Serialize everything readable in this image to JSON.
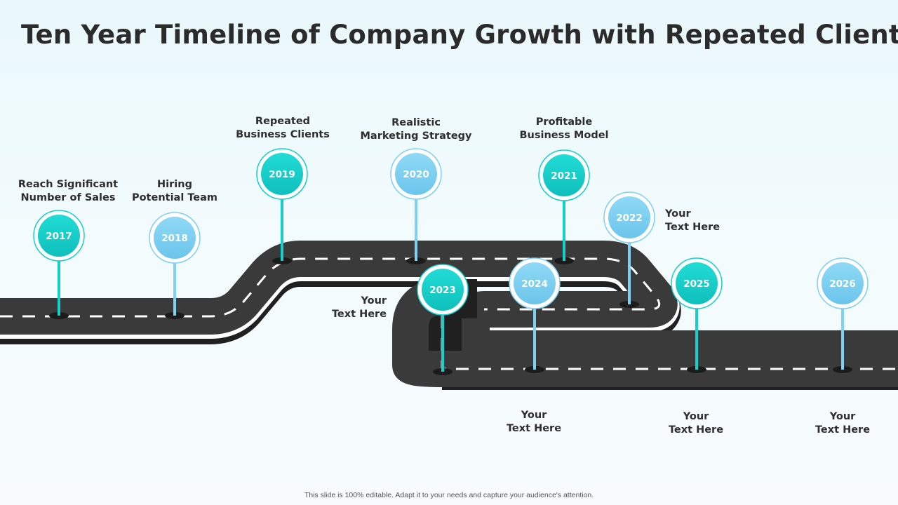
{
  "title": "Ten Year Timeline of Company Growth with Repeated Clients",
  "colors": {
    "teal": "#16cfcb",
    "sky": "#7fd0f2",
    "road": "#3a3a3a",
    "road_edge": "#1f1f1f",
    "lane": "#ffffff"
  },
  "milestones": [
    {
      "year": "2017",
      "label_line1": "Reach Significant",
      "label_line2": "Number of Sales",
      "color": "teal"
    },
    {
      "year": "2018",
      "label_line1": "Hiring",
      "label_line2": "Potential Team",
      "color": "sky"
    },
    {
      "year": "2019",
      "label_line1": "Repeated",
      "label_line2": "Business Clients",
      "color": "teal"
    },
    {
      "year": "2020",
      "label_line1": "Realistic",
      "label_line2": "Marketing Strategy",
      "color": "sky"
    },
    {
      "year": "2021",
      "label_line1": "Profitable",
      "label_line2": "Business Model",
      "color": "teal"
    },
    {
      "year": "2022",
      "label_line1": "Your",
      "label_line2": "Text Here",
      "color": "sky"
    },
    {
      "year": "2023",
      "label_line1": "Your",
      "label_line2": "Text Here",
      "color": "teal"
    },
    {
      "year": "2024",
      "label_line1": "Your",
      "label_line2": "Text Here",
      "color": "sky"
    },
    {
      "year": "2025",
      "label_line1": "Your",
      "label_line2": "Text Here",
      "color": "teal"
    },
    {
      "year": "2026",
      "label_line1": "Your",
      "label_line2": "Text Here",
      "color": "sky"
    }
  ],
  "footer": "This slide is 100% editable. Adapt it to your needs and capture your audience's attention."
}
